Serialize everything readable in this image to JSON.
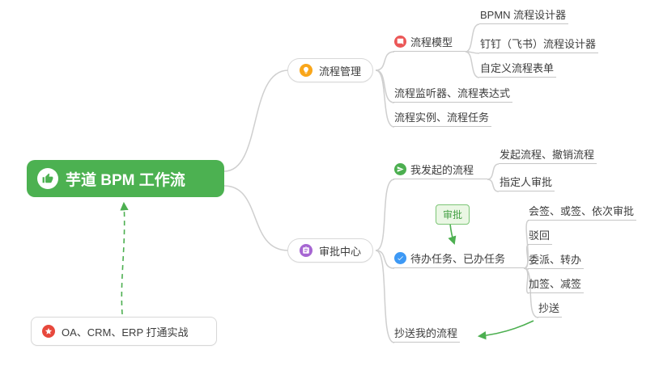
{
  "root": {
    "label": "芋道 BPM 工作流",
    "icon": "thumbs-up-icon"
  },
  "branch_process": {
    "node": {
      "label": "流程管理",
      "icon": "lightbulb-icon"
    },
    "model": {
      "label": "流程模型",
      "icon": "comment-icon"
    },
    "bpmn": {
      "label": "BPMN 流程设计器"
    },
    "dingtalk": {
      "label": "钉钉（飞书）流程设计器"
    },
    "custom_form": {
      "label": "自定义流程表单"
    },
    "listener": {
      "label": "流程监听器、流程表达式"
    },
    "instance": {
      "label": "流程实例、流程任务"
    }
  },
  "branch_approval": {
    "node": {
      "label": "审批中心",
      "icon": "clipboard-icon"
    },
    "my_initiated": {
      "label": "我发起的流程",
      "icon": "send-icon"
    },
    "initiate_cancel": {
      "label": "发起流程、撤销流程"
    },
    "assignee": {
      "label": "指定人审批"
    },
    "approval_tag": {
      "label": "审批"
    },
    "todo_done": {
      "label": "待办任务、已办任务",
      "icon": "check-icon"
    },
    "countersign": {
      "label": "会签、或签、依次审批"
    },
    "reject": {
      "label": "驳回"
    },
    "delegate": {
      "label": "委派、转办"
    },
    "add_sign": {
      "label": "加签、减签"
    },
    "cc": {
      "label": "抄送"
    },
    "cc_my": {
      "label": "抄送我的流程"
    }
  },
  "callout": {
    "label": "OA、CRM、ERP 打通实战",
    "icon": "star-icon"
  },
  "colors": {
    "root_bg": "#4cb151",
    "connector": "#cfcfcf",
    "text": "#3d3d3d",
    "icon_orange": "#f9a61a",
    "icon_purple": "#a666d2",
    "icon_red": "#eb5757",
    "icon_green": "#4caf50",
    "icon_blue": "#3d99f5",
    "icon_star_red": "#e7483c",
    "arrow_green": "#4caf50",
    "tag_bg": "#eaf7e4",
    "tag_border": "#7cc576",
    "tag_text": "#44a044"
  }
}
